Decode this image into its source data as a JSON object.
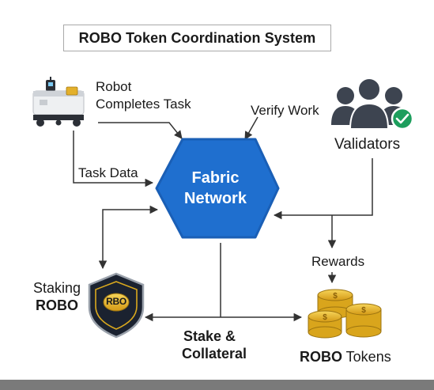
{
  "title": "ROBO Token Coordination System",
  "labels": {
    "robot_task": [
      "Robot",
      "Completes Task"
    ],
    "verify_work": "Verify Work",
    "validators": "Validators",
    "task_data": "Task Data",
    "fabric": [
      "Fabric",
      "Network"
    ],
    "rewards": "Rewards",
    "staking": [
      "Staking",
      "ROBO"
    ],
    "stake": [
      "Stake &",
      "Collateral"
    ],
    "robo_tokens_bold": "ROBO",
    "robo_tokens_rest": " Tokens",
    "shield_text": "RBO",
    "coin_symbol": "$"
  },
  "colors": {
    "hexagon": "#1f6fcf",
    "validators": "#3d4450",
    "check": "#1d9e5d",
    "coin": "#e8b92a",
    "shield": "#1b2230"
  }
}
